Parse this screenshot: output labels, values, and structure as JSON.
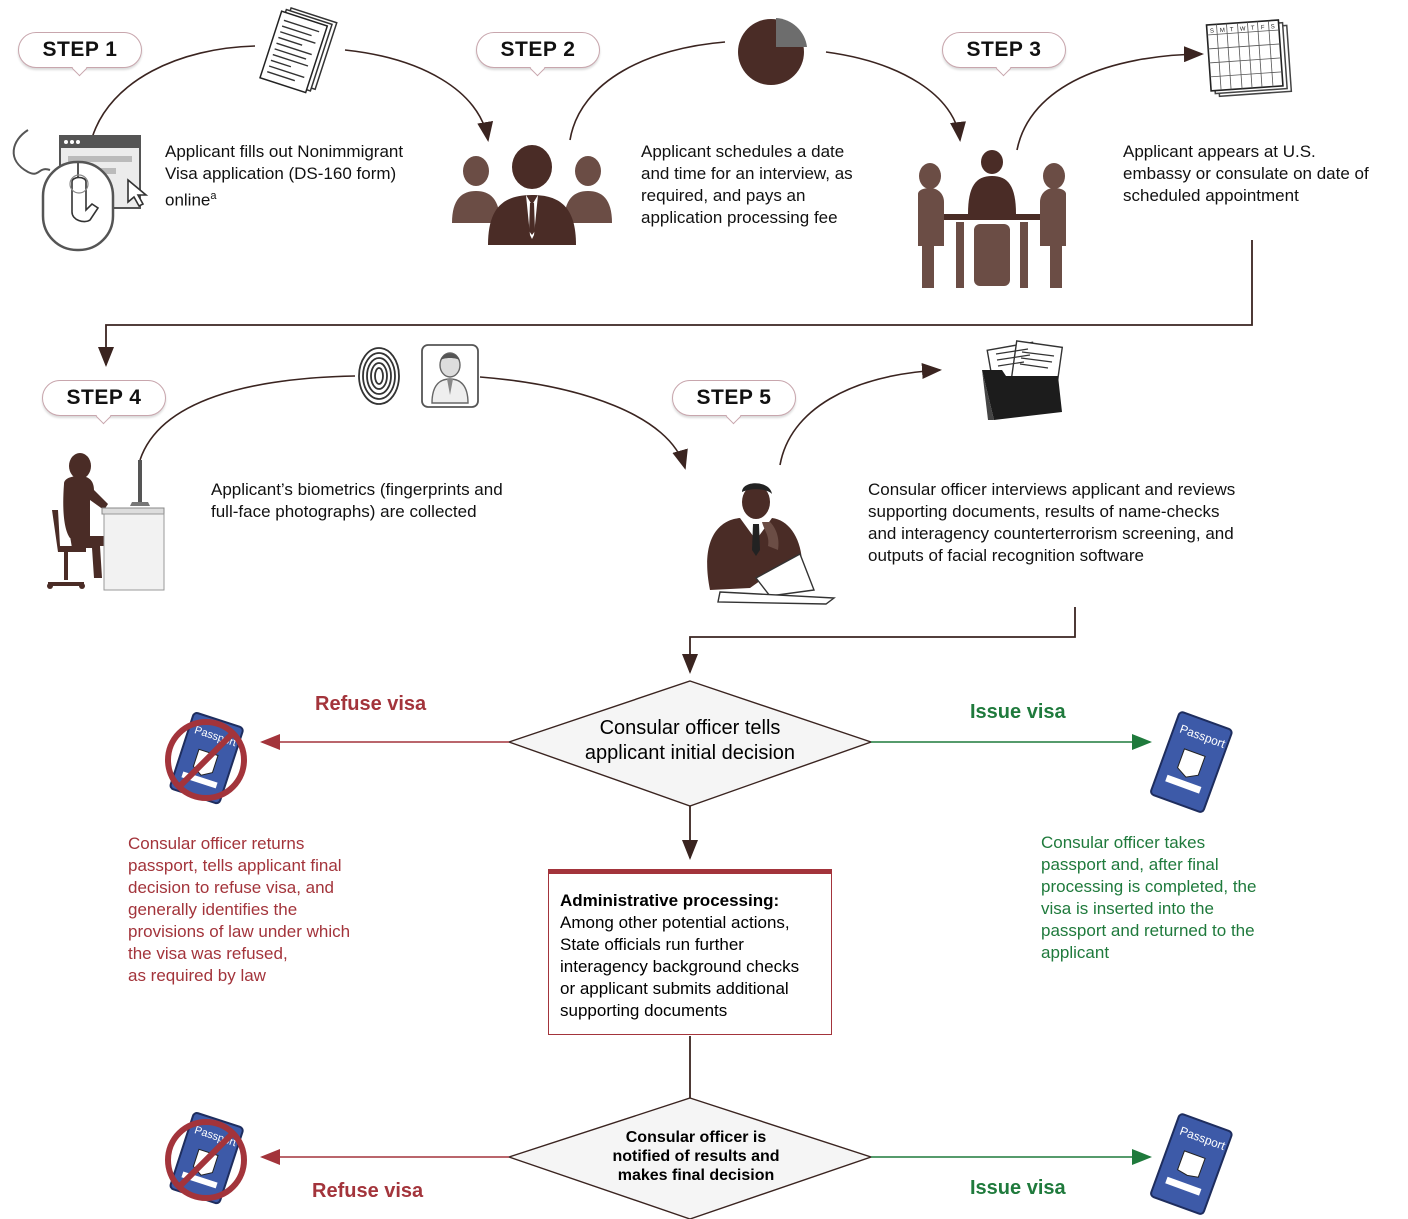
{
  "steps": [
    "STEP 1",
    "STEP 2",
    "STEP 3",
    "STEP 4",
    "STEP 5"
  ],
  "step_descriptions": {
    "s1": "Applicant fills out Nonimmigrant\nVisa application (DS-160 form)\nonline",
    "s1_superscript": "a",
    "s2": "Applicant schedules a date\nand time for an interview, as\nrequired, and pays an\napplication processing fee",
    "s3": "Applicant appears at U.S.\nembassy or consulate on date of\nscheduled appointment",
    "s4": "Applicant’s biometrics (fingerprints and\nfull-face photographs) are collected",
    "s5": "Consular officer interviews applicant and reviews\nsupporting documents, results of name-checks\nand interagency counterterrorism screening, and\noutputs of facial recognition software"
  },
  "decision1": {
    "text": "Consular officer tells\napplicant initial decision",
    "refuse_label": "Refuse visa",
    "issue_label": "Issue visa",
    "refuse_text": "Consular officer returns\npassport, tells applicant final\ndecision to refuse visa, and\ngenerally identifies the\nprovisions of law under which\nthe visa was refused,\nas required by law",
    "issue_text": "Consular officer takes\npassport and, after final\nprocessing is completed, the\nvisa is inserted into the\npassport and returned to the\napplicant"
  },
  "admin": {
    "title": "Administrative processing:",
    "body": "Among other potential actions,\nState officials run further\ninteragency background checks\nor applicant submits additional\nsupporting documents"
  },
  "decision2": {
    "text": "Consular officer is\nnotified of results and\nmakes final decision",
    "refuse_label": "Refuse visa",
    "issue_label": "Issue visa"
  },
  "passport_word": "Passport",
  "calendar_days": [
    "S",
    "M",
    "T",
    "W",
    "T",
    "F",
    "S"
  ],
  "colors": {
    "brown": "#4a2c26",
    "refuse_red": "#a3343b",
    "issue_green": "#1f7a3c",
    "passport_blue": "#3d5aa8",
    "pill_border": "#c8a6ad"
  },
  "icons": [
    "form-document-icon",
    "pie-chart-icon",
    "calendar-icon",
    "browser-mouse-icon",
    "business-group-icon",
    "meeting-table-icon",
    "fingerprint-icon",
    "photo-id-icon",
    "computer-desk-person-icon",
    "officer-reading-icon",
    "document-folder-icon",
    "passport-icon",
    "no-symbol-icon"
  ]
}
